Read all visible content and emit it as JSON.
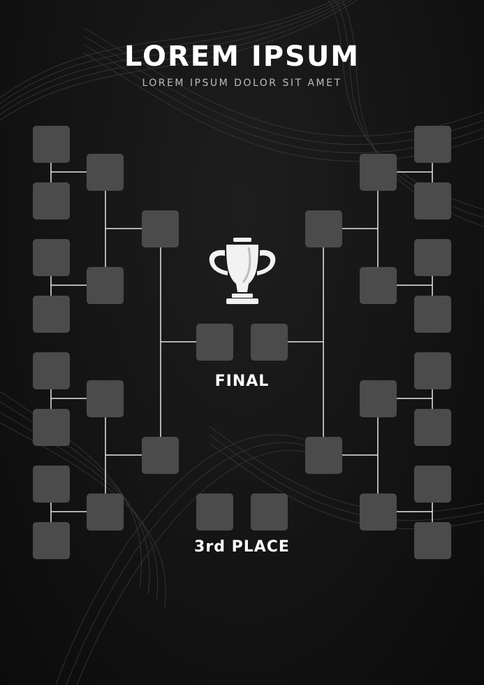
{
  "header": {
    "title": "LOREM IPSUM",
    "subtitle": "LOREM IPSUM DOLOR SIT AMET"
  },
  "bracket": {
    "final_label": "FINAL",
    "third_place_label": "3rd PLACE",
    "trophy_icon": "trophy-icon",
    "slot_color": "#4b4b4b",
    "line_color": "#e6e6e6"
  }
}
